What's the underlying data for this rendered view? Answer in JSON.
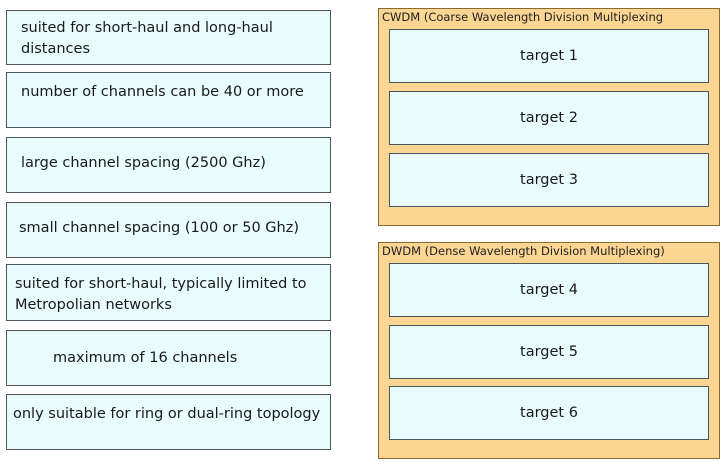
{
  "options": [
    {
      "text": "suited for short-haul and long-haul distances"
    },
    {
      "text": "number of channels can be 40 or more"
    },
    {
      "text": "large channel spacing (2500 Ghz)"
    },
    {
      "text": "small channel spacing (100 or 50 Ghz)"
    },
    {
      "text": "suited for short-haul, typically limited to Metropolian networks"
    },
    {
      "text": "maximum of 16 channels"
    },
    {
      "text": "only suitable for ring or dual-ring topology"
    }
  ],
  "groups": [
    {
      "title": "CWDM (Coarse Wavelength Division Multiplexing",
      "targets": [
        "target 1",
        "target 2",
        "target 3"
      ]
    },
    {
      "title": "DWDM (Dense Wavelength Division Multiplexing)",
      "targets": [
        "target 4",
        "target 5",
        "target 6"
      ]
    }
  ]
}
